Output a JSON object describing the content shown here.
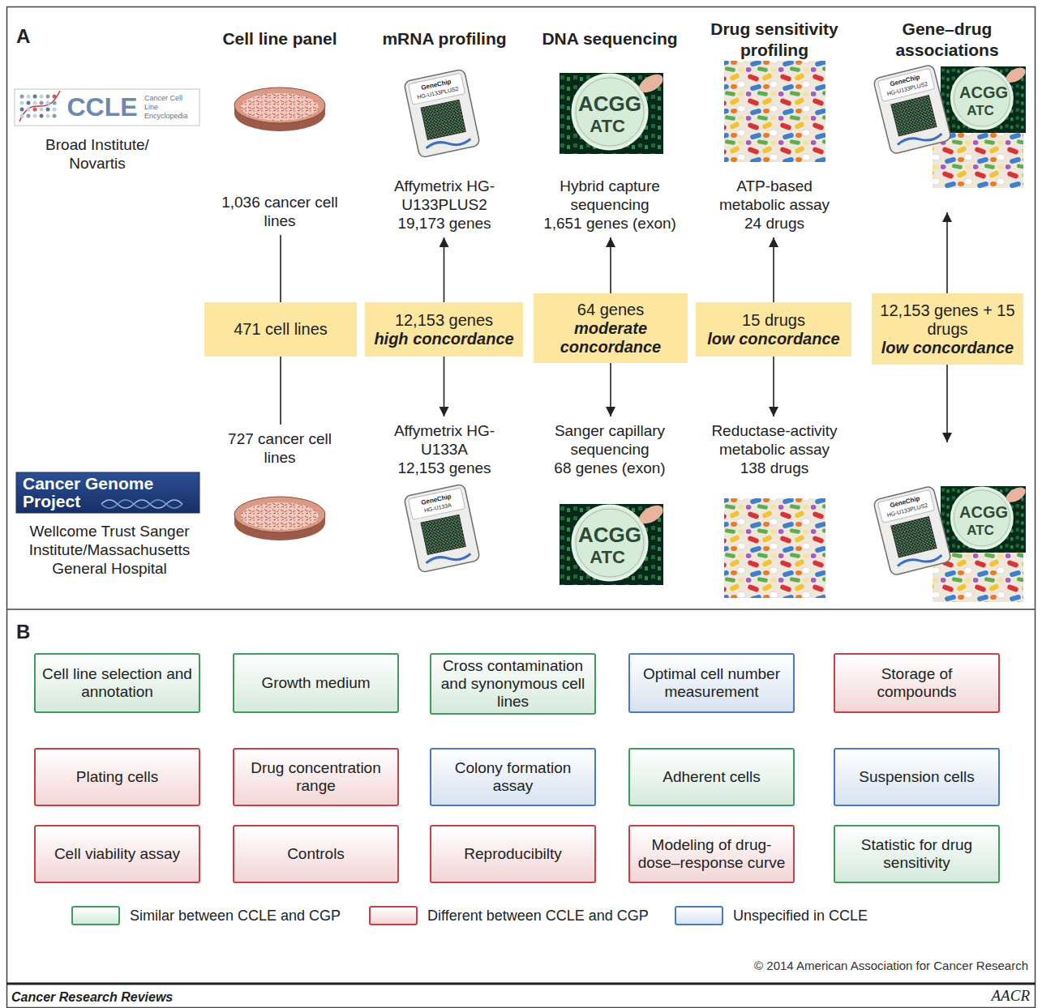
{
  "diagram": {
    "nodes": [
      {
        "text": [
          "1,036 cancer cell lines"
        ]
      },
      {
        "text": [
          "Affymetrix HG-U133PLUS2",
          "19,173 genes"
        ]
      },
      {
        "text": [
          "Hybrid capture sequencing",
          "1,651 genes (exon)"
        ]
      },
      {
        "text": [
          "ATP-based metabolic assay",
          "24 drugs"
        ]
      },
      {
        "text": [
          "471 cell lines"
        ]
      },
      {
        "text": [
          "12,153 genes",
          "high concordance"
        ]
      },
      {
        "text": [
          "64 genes",
          "moderate concordance"
        ]
      },
      {
        "text": [
          "15 drugs",
          "low concordance"
        ]
      },
      {
        "text": [
          "12,153 genes + 15 drugs",
          "low concordance"
        ]
      },
      {
        "text": [
          "727 cancer cell lines"
        ]
      },
      {
        "text": [
          "Affymetrix HG-U133A",
          "12,153 genes"
        ]
      },
      {
        "text": [
          "Sanger capillary sequencing",
          "68 genes (exon)"
        ]
      },
      {
        "text": [
          "Reductase-activity metabolic assay",
          "138 drugs"
        ]
      },
      {
        "text": [
          "Cell line selection and annotation"
        ]
      },
      {
        "text": [
          "Growth medium"
        ]
      },
      {
        "text": [
          "Cross contamination and synonymous cell lines"
        ]
      },
      {
        "text": [
          "Optimal cell number measurement"
        ]
      },
      {
        "text": [
          "Storage of compounds"
        ]
      },
      {
        "text": [
          "Plating cells"
        ]
      },
      {
        "text": [
          "Drug concentration range"
        ]
      },
      {
        "text": [
          "Colony formation assay"
        ]
      },
      {
        "text": [
          "Adherent cells"
        ]
      },
      {
        "text": [
          "Suspension cells"
        ]
      },
      {
        "text": [
          "Cell viability assay"
        ]
      },
      {
        "text": [
          "Controls"
        ]
      },
      {
        "text": [
          "Reproducibilty"
        ]
      },
      {
        "text": [
          "Modeling of drug-dose–response curve"
        ]
      },
      {
        "text": [
          "Statistic for drug sensitivity"
        ]
      }
    ],
    "edges": [
      {
        "from": 4,
        "to": 0,
        "arrow": "none"
      },
      {
        "from": 4,
        "to": 9,
        "arrow": "none"
      },
      {
        "from": 5,
        "to": 1,
        "arrow": "to"
      },
      {
        "from": 5,
        "to": 10,
        "arrow": "to"
      },
      {
        "from": 6,
        "to": 2,
        "arrow": "to"
      },
      {
        "from": 6,
        "to": 11,
        "arrow": "to"
      },
      {
        "from": 7,
        "to": 3,
        "arrow": "to"
      },
      {
        "from": 7,
        "to": 12,
        "arrow": "to"
      }
    ],
    "labels": [
      "A",
      "Cell line panel",
      "mRNA profiling",
      "DNA sequencing",
      "Drug sensitivity profiling",
      "Gene–drug associations",
      "CCLE",
      "Cancer Cell Line Encyclopedia",
      "Broad Institute/ Novartis",
      "GeneChip",
      "HG-U133PLUS2",
      "ACGG",
      "ATC",
      "GeneChip",
      "HG-U133PLUS2",
      "ACGG",
      "ATC",
      "Cancer Genome Project",
      "Wellcome Trust Sanger Institute/Massachusetts General Hospital",
      "GeneChip",
      "HG-U133A",
      "ACGG",
      "ATC",
      "GeneChip",
      "HG-U133PLUS2",
      "ACGG",
      "ATC",
      "B",
      "© 2014 American Association for Cancer Research",
      "Cancer Research Reviews",
      "AACR"
    ],
    "legend": [
      {
        "text": "Similar between CCLE and CGP",
        "color": "#3f9b5e"
      },
      {
        "text": "Different between CCLE and CGP",
        "color": "#c8414a"
      },
      {
        "text": "Unspecified in CCLE",
        "color": "#4b7bbf"
      }
    ]
  }
}
